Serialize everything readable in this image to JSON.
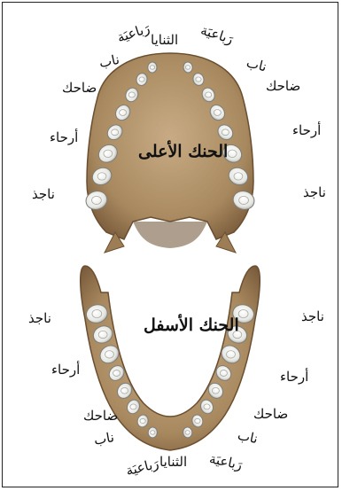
{
  "upper_jaw": {
    "title": "الحنك الأعلى",
    "labels": {
      "incisors": "الثنايا",
      "lateral_incisor_right": "رَباعيَة",
      "lateral_incisor_left": "رَباعيَة",
      "canine_right": "ناب",
      "canine_left": "ناب",
      "premolar_right": "ضاحك",
      "premolar_left": "ضاحك",
      "molar_right": "أرحاء",
      "molar_left": "أرحاء",
      "wisdom_right": "ناجذ",
      "wisdom_left": "ناجذ"
    }
  },
  "lower_jaw": {
    "title": "الحنك الأسفل",
    "labels": {
      "wisdom_left": "ناجذ",
      "wisdom_right": "ناجذ",
      "molar_left": "أرحاء",
      "molar_right": "أرحاء",
      "premolar_left": "ضاحك",
      "premolar_right": "ضاحك",
      "canine_left": "ناب",
      "canine_right": "ناب",
      "lateral_incisor_left": "رَباعيَة",
      "lateral_incisor_right": "رَباعيَة",
      "incisors": "الثنايا"
    }
  },
  "colors": {
    "bone": "#b09470",
    "bone_dark": "#7a5c3c",
    "tooth": "#f2f2ef",
    "tooth_shadow": "#b7b7b2"
  }
}
